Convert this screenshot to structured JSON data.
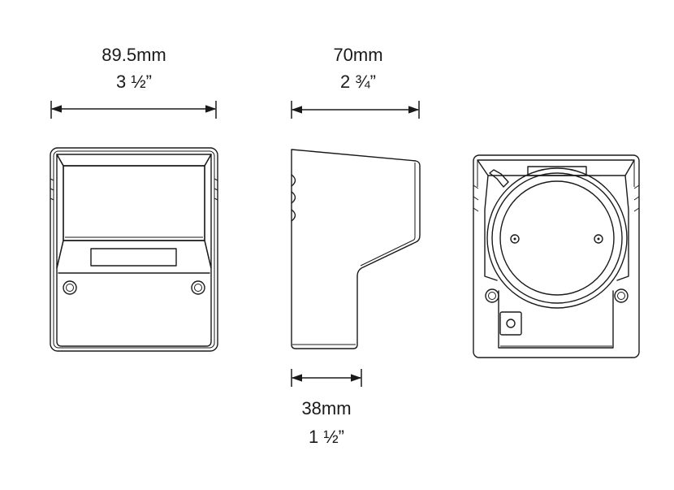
{
  "dimensions": {
    "width": {
      "metric": "89.5mm",
      "imperial": "3 ½”"
    },
    "depth": {
      "metric": "70mm",
      "imperial": "2 ¾”"
    },
    "base": {
      "metric": "38mm",
      "imperial": "1 ½”"
    }
  },
  "views": [
    "front-view",
    "side-view",
    "rear-view"
  ]
}
